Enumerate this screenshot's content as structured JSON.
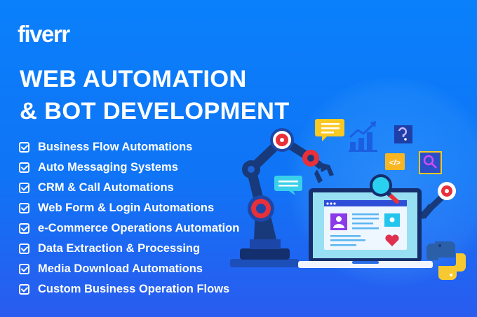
{
  "brand": {
    "logo": "fiverr"
  },
  "headline": {
    "line1": "WEB AUTOMATION",
    "line2": "& BOT DEVELOPMENT"
  },
  "services": [
    "Business Flow Automations",
    "Auto Messaging Systems",
    "CRM & Call Automations",
    "Web Form & Login Automations",
    "e-Commerce Operations Automation",
    "Data Extraction & Processing",
    "Media Download Automations",
    "Custom Business Operation Flows"
  ],
  "icons": {
    "code_icon": "</>"
  },
  "colors": {
    "background": "#0a80fb",
    "accent_red": "#e8303a",
    "dark_navy": "#183a7a",
    "yellow": "#f9c823"
  }
}
